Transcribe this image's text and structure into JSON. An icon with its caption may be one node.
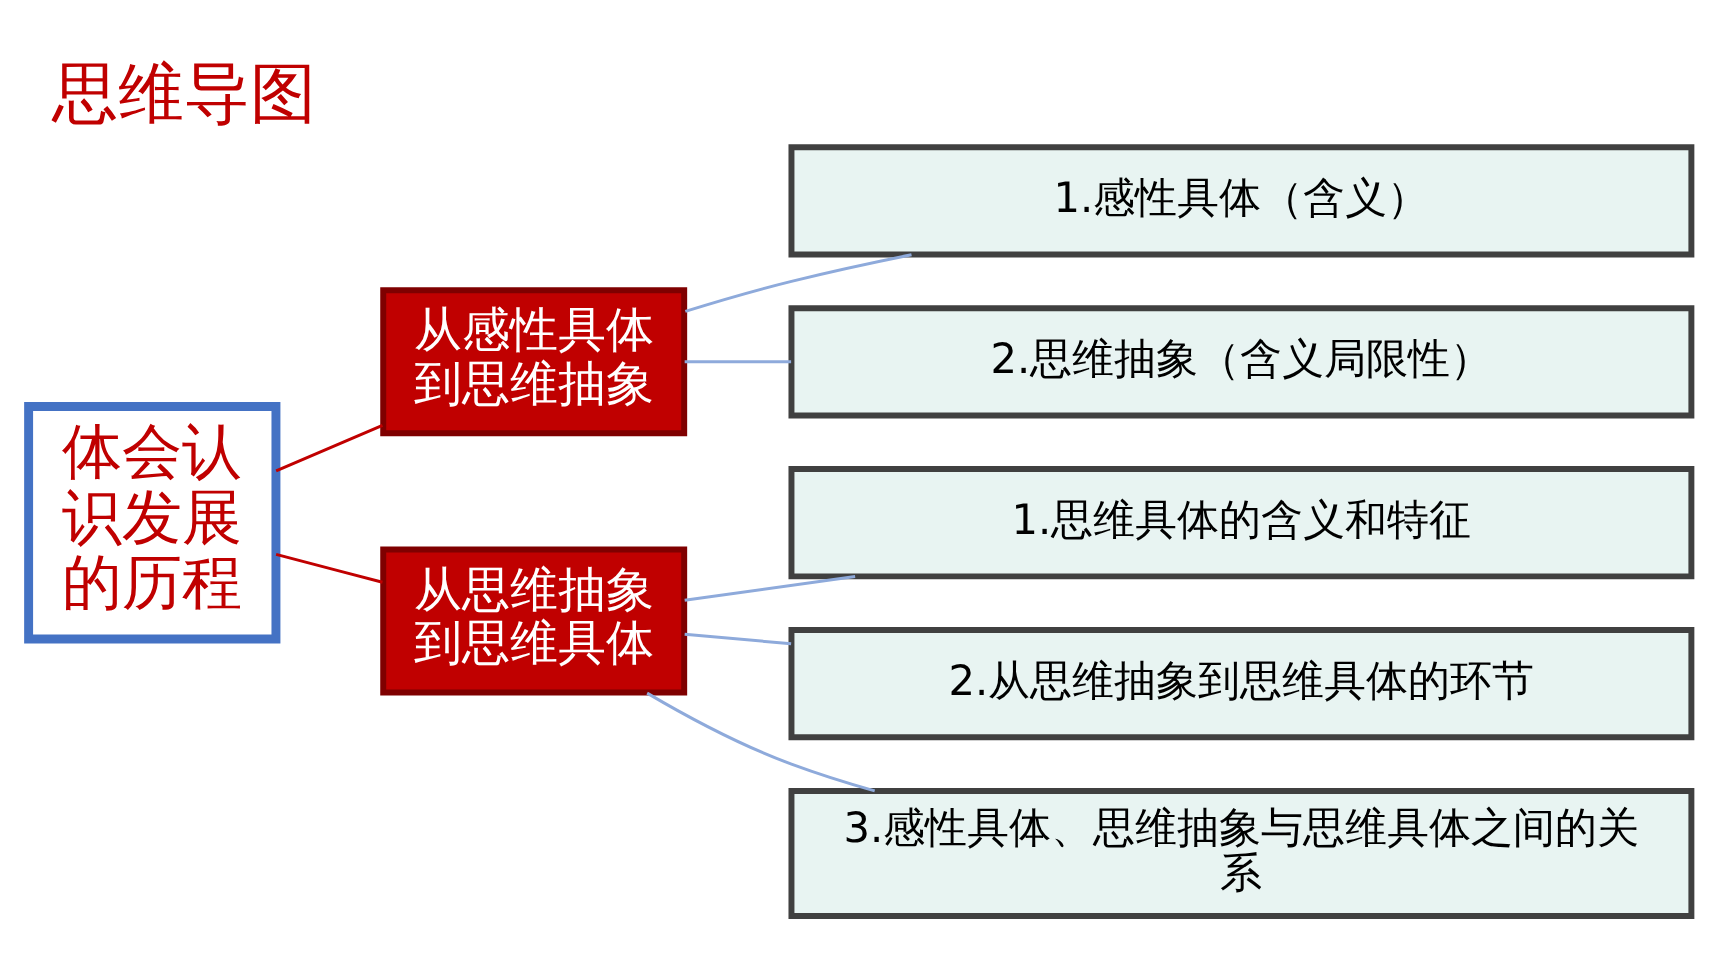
{
  "diagram": {
    "title": "思维导图",
    "nodes": [
      {
        "text": [
          "体会认识发展的历程"
        ]
      },
      {
        "text": [
          "从感性具体到思维抽象"
        ]
      },
      {
        "text": [
          "1.感性具体（含义）"
        ]
      },
      {
        "text": [
          "2.思维抽象（含义局限性）"
        ]
      },
      {
        "text": [
          "从思维抽象到思维具体"
        ]
      },
      {
        "text": [
          "1.思维具体的含义和特征"
        ]
      },
      {
        "text": [
          "2.从思维抽象到思维具体的环节"
        ]
      },
      {
        "text": [
          "3.感性具体、思维抽象与思维具体之间的关系"
        ]
      }
    ],
    "edges": [
      {
        "from": 0,
        "to": 1,
        "arrow": "none",
        "color": "#c00000"
      },
      {
        "from": 0,
        "to": 4,
        "arrow": "none",
        "color": "#c00000"
      },
      {
        "from": 1,
        "to": 2,
        "arrow": "none"
      },
      {
        "from": 1,
        "to": 3,
        "arrow": "none"
      },
      {
        "from": 4,
        "to": 5,
        "arrow": "none"
      },
      {
        "from": 4,
        "to": 6,
        "arrow": "none"
      },
      {
        "from": 4,
        "to": 7,
        "arrow": "none"
      }
    ]
  }
}
